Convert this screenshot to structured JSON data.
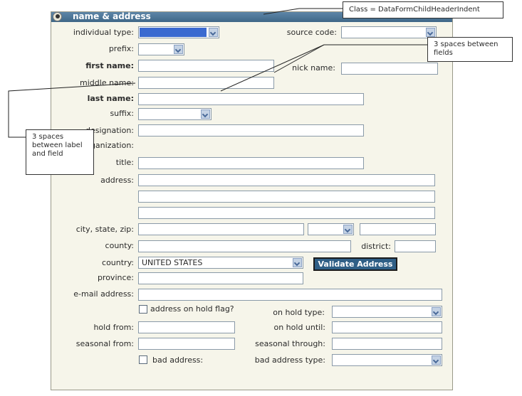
{
  "header": {
    "title": "name & address",
    "icon": "person-icon"
  },
  "labels": {
    "individual_type": "individual type:",
    "source_code": "source code:",
    "prefix": "prefix:",
    "first_name": "first name:",
    "nick_name": "nick name:",
    "middle_name": "middle name:",
    "last_name": "last name:",
    "suffix": "suffix:",
    "designation": "designation:",
    "organization": "organization:",
    "title": "title:",
    "address": "address:",
    "city_state_zip": "city, state, zip:",
    "county": "county:",
    "district": "district:",
    "country": "country:",
    "province": "province:",
    "email": "e-mail address:",
    "address_on_hold": "address on hold flag?",
    "on_hold_type": "on hold type:",
    "hold_from": "hold from:",
    "on_hold_until": "on hold until:",
    "seasonal_from": "seasonal from:",
    "seasonal_through": "seasonal through:",
    "bad_address": "bad address:",
    "bad_address_type": "bad address type:"
  },
  "values": {
    "country": "UNITED STATES"
  },
  "buttons": {
    "validate_address": "Validate Address"
  },
  "callouts": {
    "class": "Class = DataFormChildHeaderIndent",
    "fields_spacing": "3 spaces between fields",
    "label_spacing": "3 spaces between label and field"
  },
  "colors": {
    "header": "#4a7394",
    "panel": "#f6f5ea",
    "selected": "#3a6ad0",
    "button": "#2f5f86"
  }
}
